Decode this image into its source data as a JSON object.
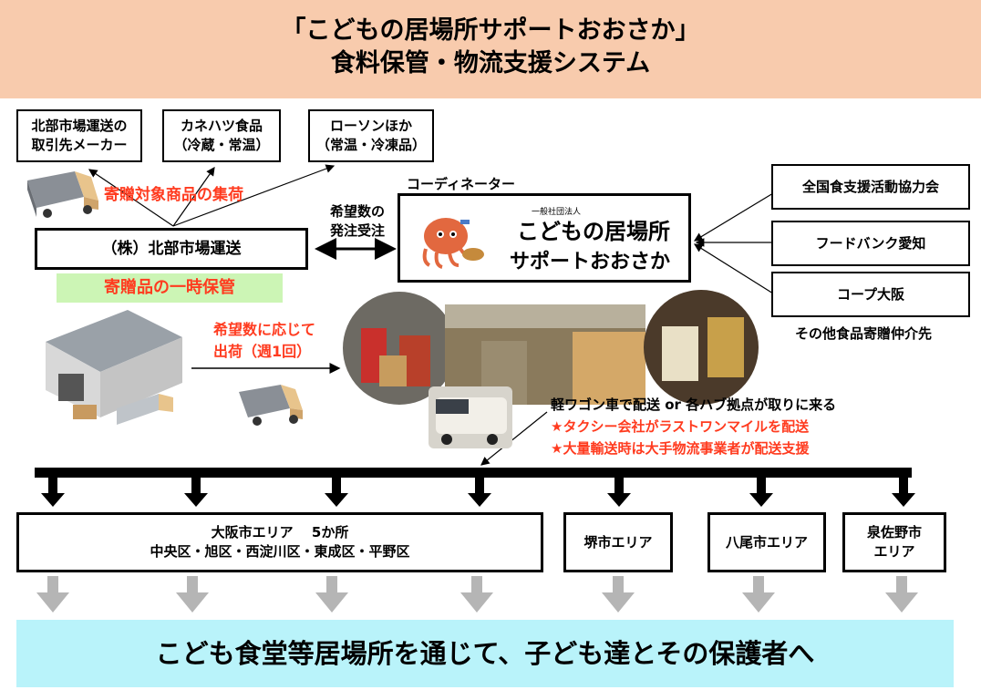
{
  "header": {
    "title_line1": "「こどもの居場所サポートおおさか」",
    "title_line2": "食料保管・物流支援システム"
  },
  "donors": [
    {
      "line1": "北部市場運送の",
      "line2": "取引先メーカー"
    },
    {
      "line1": "カネハツ食品",
      "line2": "（冷蔵・常温）"
    },
    {
      "line1": "ローソンほか",
      "line2": "（常温・冷凍品）"
    }
  ],
  "collection_label": "寄贈対象商品の集荷",
  "hokubu_box": "（株）北部市場運送",
  "temp_storage": "寄贈品の一時保管",
  "request": {
    "line1": "希望数の",
    "line2": "発注受注"
  },
  "coordinator_label": "コーディネーター",
  "logo": {
    "org_type": "一般社団法人",
    "line1": "こどもの居場所",
    "line2": "サポートおおさか"
  },
  "partners": [
    "全国食支援活動協力会",
    "フードバンク愛知",
    "コープ大阪"
  ],
  "partners_note": "その他食品寄贈仲介先",
  "shipment": {
    "line1": "希望数に応じて",
    "line2": "出荷（週1回）"
  },
  "delivery": {
    "line1": "軽ワゴン車で配送 or 各ハブ拠点が取りに来る",
    "line2": "★タクシー会社がラストワンマイルを配送",
    "line3": "★大量輸送時は大手物流事業者が配送支援"
  },
  "areas": {
    "osaka": {
      "line1": "大阪市エリア　 5か所",
      "line2": "中央区・旭区・西淀川区・東成区・平野区"
    },
    "sakai": "堺市エリア",
    "yao": "八尾市エリア",
    "izumisano": {
      "line1": "泉佐野市",
      "line2": "エリア"
    }
  },
  "bottom_message": "こども食堂等居場所を通じて、子ども達とその保護者へ",
  "colors": {
    "header_bg": "#f8cbad",
    "accent_red": "#ff3b1f",
    "green_band": "#ccf5b5",
    "bottom_band": "#b9f3fa",
    "arrow_gray": "#b5b5b5"
  },
  "icons": [
    "truck-icon",
    "warehouse-icon",
    "van-photo",
    "warehouse-photo",
    "food-photo",
    "logo-octopus-icon"
  ]
}
